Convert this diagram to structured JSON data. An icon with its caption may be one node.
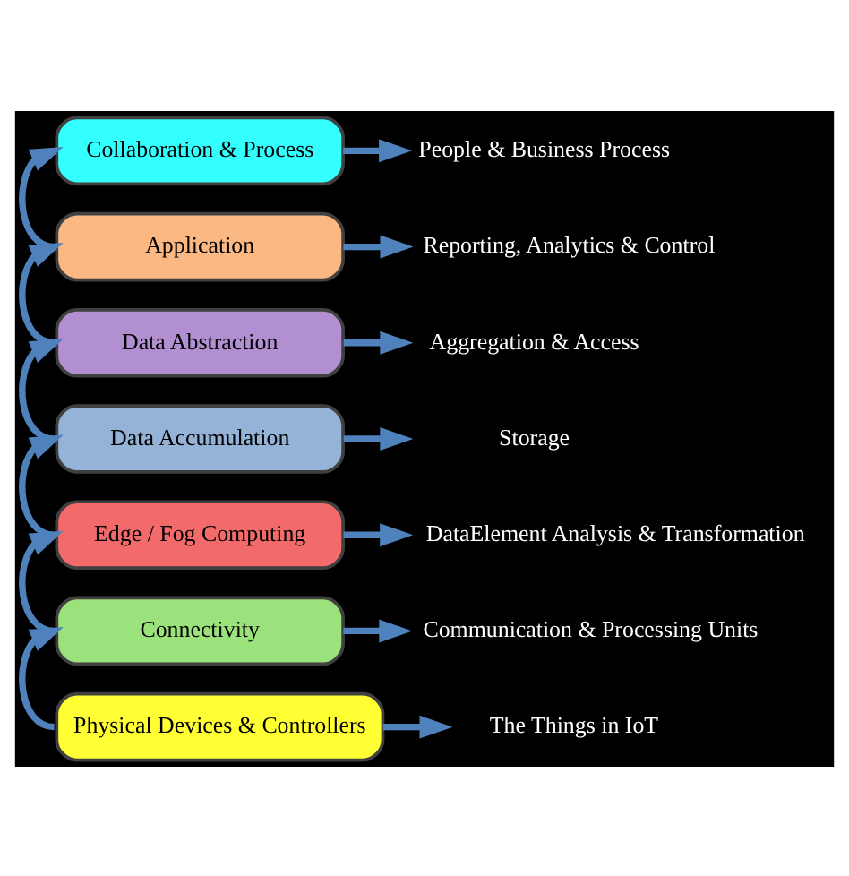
{
  "diagram": {
    "nodes": [
      {
        "text": [
          "Collaboration & Process"
        ]
      },
      {
        "text": [
          "People & Business Process"
        ]
      },
      {
        "text": [
          "Application"
        ]
      },
      {
        "text": [
          "Reporting, Analytics & Control"
        ]
      },
      {
        "text": [
          "Data Abstraction"
        ]
      },
      {
        "text": [
          "Aggregation & Access"
        ]
      },
      {
        "text": [
          "Data Accumulation"
        ]
      },
      {
        "text": [
          "Storage"
        ]
      },
      {
        "text": [
          "Edge / Fog Computing"
        ]
      },
      {
        "text": [
          "DataElement Analysis & Transformation"
        ]
      },
      {
        "text": [
          "Connectivity"
        ]
      },
      {
        "text": [
          "Communication & Processing Units"
        ]
      },
      {
        "text": [
          "Physical Devices & Controllers"
        ]
      },
      {
        "text": [
          "The Things in IoT"
        ]
      }
    ],
    "edges": [
      {
        "from": 0,
        "to": 1,
        "arrow": "to"
      },
      {
        "from": 2,
        "to": 3,
        "arrow": "to"
      },
      {
        "from": 4,
        "to": 5,
        "arrow": "to"
      },
      {
        "from": 6,
        "to": 7,
        "arrow": "to"
      },
      {
        "from": 8,
        "to": 9,
        "arrow": "to"
      },
      {
        "from": 10,
        "to": 11,
        "arrow": "to"
      },
      {
        "from": 12,
        "to": 13,
        "arrow": "to"
      },
      {
        "from": 2,
        "to": 0,
        "arrow": "to"
      },
      {
        "from": 4,
        "to": 2,
        "arrow": "to"
      },
      {
        "from": 6,
        "to": 4,
        "arrow": "to"
      },
      {
        "from": 8,
        "to": 6,
        "arrow": "to"
      },
      {
        "from": 10,
        "to": 8,
        "arrow": "to"
      },
      {
        "from": 12,
        "to": 10,
        "arrow": "to"
      }
    ]
  }
}
